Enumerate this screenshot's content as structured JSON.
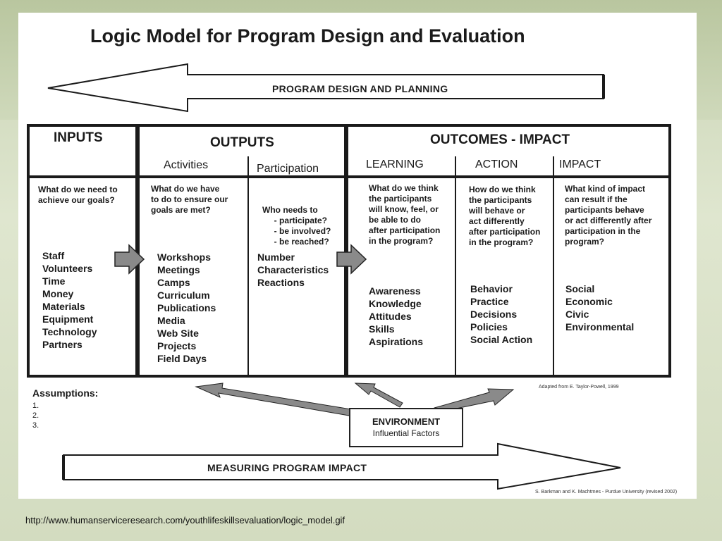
{
  "title": "Logic Model for Program Design and Evaluation",
  "top_arrow_label": "PROGRAM  DESIGN AND PLANNING",
  "bottom_arrow_label": "MEASURING  PROGRAM  IMPACT",
  "headers": {
    "inputs": "INPUTS",
    "outputs": "OUTPUTS",
    "outcomes": "OUTCOMES - IMPACT",
    "activities": "Activities",
    "participation": "Participation",
    "learning": "LEARNING",
    "action": "ACTION",
    "impact": "IMPACT"
  },
  "questions": {
    "inputs": [
      "What do we need to",
      "achieve our goals?"
    ],
    "activities": [
      "What do we have",
      "to do to ensure our",
      "goals are met?"
    ],
    "participation": [
      "Who needs to",
      "     - participate?",
      "     - be involved?",
      "     - be reached?"
    ],
    "learning": [
      "What do we think",
      "the participants",
      "will know, feel, or",
      "be able to do",
      "after participation",
      "in the program?"
    ],
    "action": [
      "How do we think",
      "the  participants",
      "will behave or",
      "act differently",
      "after participation",
      "in the program?"
    ],
    "impact": [
      "What kind of impact",
      "can result if the",
      "participants behave",
      "or act differently after",
      "participation in the",
      "program?"
    ]
  },
  "items": {
    "inputs": [
      "Staff",
      "Volunteers",
      "Time",
      "Money",
      "Materials",
      "Equipment",
      "Technology",
      "Partners"
    ],
    "activities": [
      "Workshops",
      "Meetings",
      "Camps",
      "Curriculum",
      "Publications",
      "Media",
      "Web Site",
      "Projects",
      "Field Days"
    ],
    "participation": [
      "Number",
      "Characteristics",
      "Reactions"
    ],
    "learning": [
      "Awareness",
      "Knowledge",
      "Attitudes",
      "Skills",
      "Aspirations"
    ],
    "action": [
      "Behavior",
      "Practice",
      "Decisions",
      "Policies",
      "Social Action"
    ],
    "impact": [
      "Social",
      "Economic",
      "Civic",
      "Environmental"
    ]
  },
  "assumptions": {
    "heading": "Assumptions:",
    "list": [
      "1.",
      "2.",
      "3."
    ]
  },
  "environment": {
    "title": "ENVIRONMENT",
    "subtitle": "Influential Factors"
  },
  "credits": {
    "adapted": "Adapted from E. Taylor-Powell, 1999",
    "authors": "S. Barkman and K. Machtmes - Purdue University (revised 2002)"
  },
  "source_url": "http://www.humanserviceresearch.com/youthlifeskillsevaluation/logic_model.gif",
  "colors": {
    "line": "#1a1a1a",
    "arrow_fill": "#8a8a8a",
    "slide": "#ffffff"
  }
}
